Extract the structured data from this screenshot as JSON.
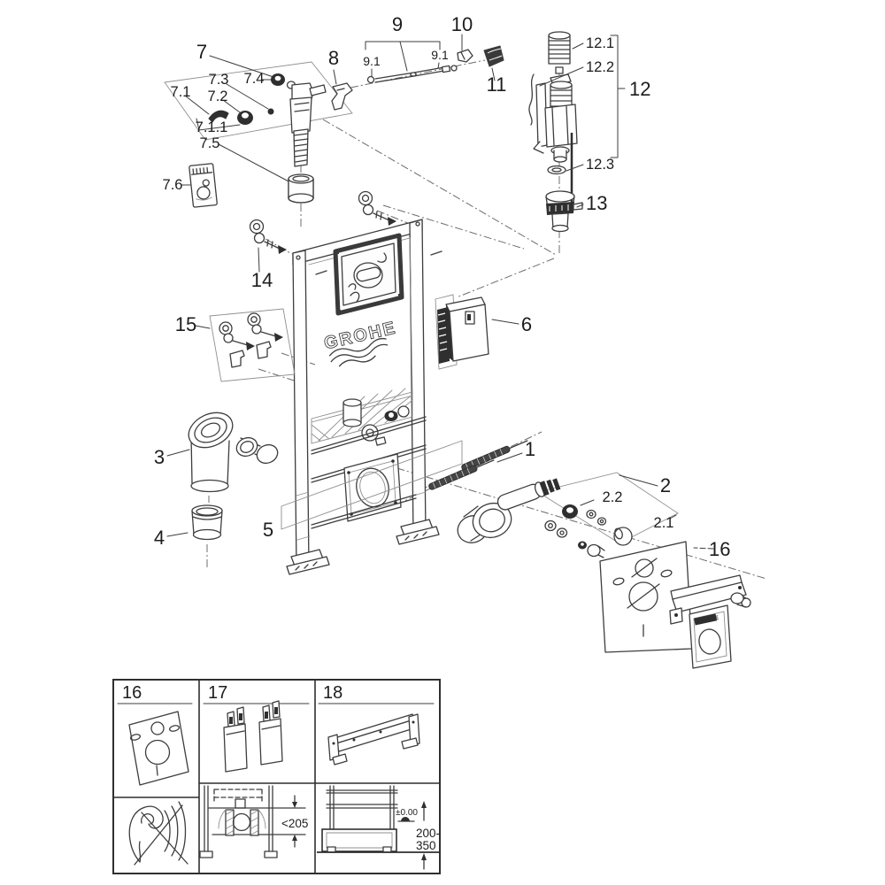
{
  "brand": {
    "name": "GROHE"
  },
  "labels": {
    "l1": "1",
    "l2": "2",
    "l2_1": "2.1",
    "l2_2": "2.2",
    "l3": "3",
    "l4": "4",
    "l5": "5",
    "l6": "6",
    "l7": "7",
    "l7_1": "7.1",
    "l7_1_1": "7.1.1",
    "l7_2": "7.2",
    "l7_3": "7.3",
    "l7_4": "7.4",
    "l7_5": "7.5",
    "l7_6": "7.6",
    "l8": "8",
    "l9": "9",
    "l9_1a": "9.1",
    "l9_1b": "9.1",
    "l10": "10",
    "l11": "11",
    "l12": "12",
    "l12_1": "12.1",
    "l12_2": "12.2",
    "l12_3": "12.3",
    "l13": "13",
    "l14": "14",
    "l15": "15",
    "l16": "16"
  },
  "table": {
    "col16": {
      "header": "16"
    },
    "col17": {
      "header": "17",
      "dimension": "<205"
    },
    "col18": {
      "header": "18",
      "level": "±0.00",
      "range_top": "200-",
      "range_bottom": "350"
    }
  }
}
